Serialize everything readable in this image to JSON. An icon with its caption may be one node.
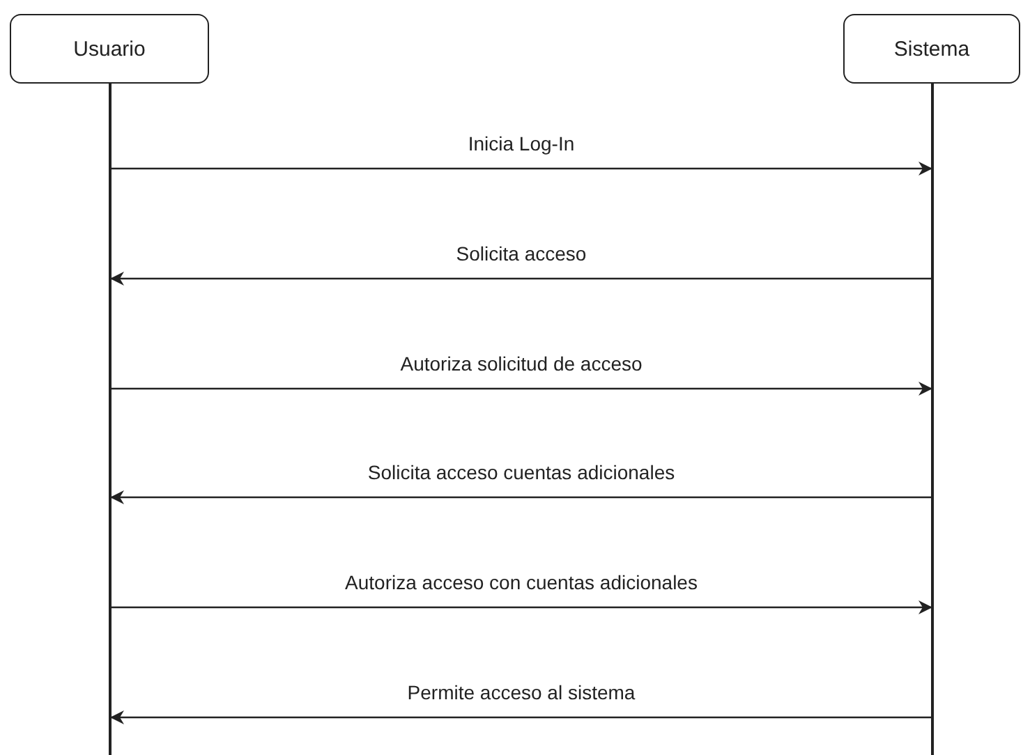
{
  "diagram": {
    "nodes": [
      {
        "text": [
          "Usuario"
        ]
      },
      {
        "text": [
          "Sistema"
        ]
      },
      {
        "text": [],
        "shape": "bar"
      },
      {
        "text": [],
        "shape": "bar"
      }
    ],
    "edges": [
      {
        "from": 2,
        "to": 3,
        "arrow": "to",
        "label": "Inicia Log-In"
      },
      {
        "from": 3,
        "to": 2,
        "arrow": "to",
        "label": "Solicita acceso"
      },
      {
        "from": 2,
        "to": 3,
        "arrow": "to",
        "label": "Autoriza solicitud de acceso"
      },
      {
        "from": 3,
        "to": 2,
        "arrow": "to",
        "label": "Solicita acceso cuentas adicionales"
      },
      {
        "from": 2,
        "to": 3,
        "arrow": "to",
        "label": "Autoriza acceso con cuentas adicionales"
      },
      {
        "from": 3,
        "to": 2,
        "arrow": "to",
        "label": "Permite acceso al sistema"
      }
    ]
  }
}
